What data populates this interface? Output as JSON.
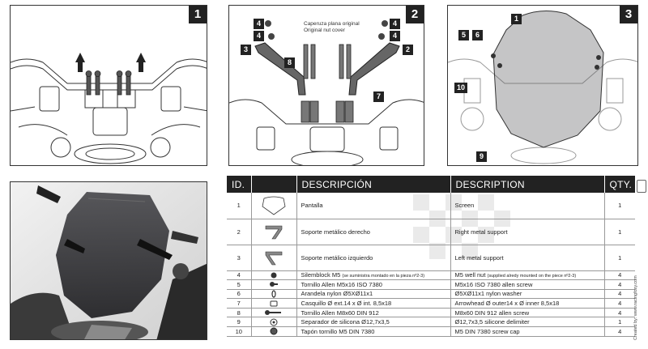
{
  "steps": {
    "s1": "1",
    "s2": "2",
    "s3": "3"
  },
  "panel2": {
    "note_line1": "Caperuza plana original",
    "note_line2": "Original nut cover",
    "callouts": {
      "c4a": "4",
      "c4b": "4",
      "c4c": "4",
      "c4d": "4",
      "c3": "3",
      "c2": "2",
      "c8": "8",
      "c7": "7"
    }
  },
  "panel3": {
    "callouts": {
      "c1": "1",
      "c5": "5",
      "c6": "6",
      "c10": "10",
      "c9": "9"
    }
  },
  "table": {
    "headers": {
      "id": "ID.",
      "descripcion": "DESCRIPCIÓN",
      "description": "DESCRIPTION",
      "qty": "QTY."
    },
    "rows": [
      {
        "id": "1",
        "icon": "screen-icon",
        "es": "Pantalla",
        "es_note": "",
        "en": "Screen",
        "en_note": "",
        "qty": "1"
      },
      {
        "id": "2",
        "icon": "right-support-icon",
        "es": "Soporte metálico derecho",
        "es_note": "",
        "en": "Right metal support",
        "en_note": "",
        "qty": "1"
      },
      {
        "id": "3",
        "icon": "left-support-icon",
        "es": "Soporte metálico izquierdo",
        "es_note": "",
        "en": "Left metal support",
        "en_note": "",
        "qty": "1"
      },
      {
        "id": "4",
        "icon": "silentblock-icon",
        "es": "Silemblock M5",
        "es_note": "(se suministra montado en la pieza nº2-3)",
        "en": "M5 well nut",
        "en_note": "(supplied alredy mounted on the piece nº2-3)",
        "qty": "4"
      },
      {
        "id": "5",
        "icon": "allen-screw-icon",
        "es": "Tornillo Allen M5x16 ISO 7380",
        "es_note": "",
        "en": "M5x16 ISO 7380 allen screw",
        "en_note": "",
        "qty": "4"
      },
      {
        "id": "6",
        "icon": "nylon-washer-icon",
        "es": "Arandela nylon Ø5XØ11x1",
        "es_note": "",
        "en": "Ø5XØ11x1 nylon washer",
        "en_note": "",
        "qty": "4"
      },
      {
        "id": "7",
        "icon": "arrowhead-icon",
        "es": "Casquillo Ø ext.14 x Ø int. 8,5x18",
        "es_note": "",
        "en": "Arrowhead Ø outer14 x Ø inner 8,5x18",
        "en_note": "",
        "qty": "4"
      },
      {
        "id": "8",
        "icon": "long-screw-icon",
        "es": "Tornillo Allen M8x60 DIN 912",
        "es_note": "",
        "en": "M8x60 DIN 912 allen screw",
        "en_note": "",
        "qty": "4"
      },
      {
        "id": "9",
        "icon": "silicone-delimiter-icon",
        "es": "Separador de silicona Ø12,7x3,5",
        "es_note": "",
        "en": "Ø12,7x3,5 silicone delimiter",
        "en_note": "",
        "qty": "1"
      },
      {
        "id": "10",
        "icon": "screw-cap-icon",
        "es": "Tapón tornillo M5 DIN 7380",
        "es_note": "",
        "en": "M5 DIN 7380 screw cap",
        "en_note": "",
        "qty": "4"
      }
    ]
  },
  "credit": "Created by: www.racingfoxy.com",
  "colors": {
    "ink": "#222222",
    "screen_tint": "#5a5a5c",
    "rule": "#999999"
  }
}
